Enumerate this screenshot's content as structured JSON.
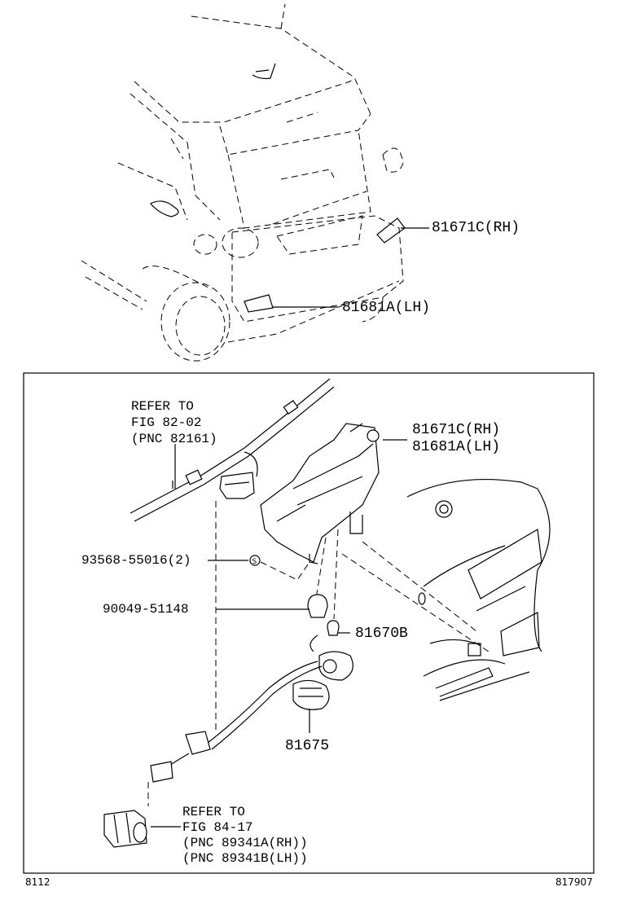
{
  "labels": {
    "rear_rh": "81671C(RH)",
    "rear_lh": "81681A(LH)",
    "detail_rh": "81671C(RH)",
    "detail_lh": "81681A(LH)",
    "refer1_l1": "REFER TO",
    "refer1_l2": "FIG 82-02",
    "refer1_l3": "(PNC 82161)",
    "screw": "93568-55016(2)",
    "bulb": "90049-51148",
    "socket": "81670B",
    "wire": "81675",
    "refer2_l1": "REFER TO",
    "refer2_l2": "FIG 84-17",
    "refer2_l3": "(PNC 89341A(RH))",
    "refer2_l4": "(PNC 89341B(LH))"
  },
  "footer": {
    "left_code": "8112",
    "right_code": "817907"
  }
}
